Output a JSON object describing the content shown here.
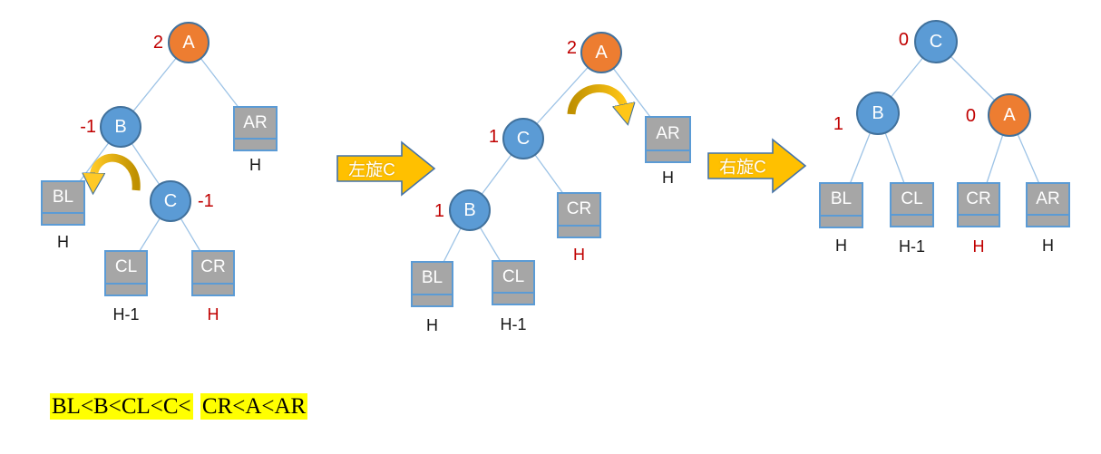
{
  "colors": {
    "node_orange": "#ED7D31",
    "node_blue": "#5B9BD5",
    "node_border": "#41719C",
    "box_gray": "#A6A6A6",
    "box_border": "#5B9BD5",
    "edge_line": "#9DC3E6",
    "balance_red": "#C00000",
    "arrow_gold": "#FFC000",
    "highlight_yellow": "#FFFF00"
  },
  "icons": {
    "rotation_arc_left": "curved-arrow-counterclockwise",
    "rotation_arc_right": "curved-arrow-clockwise",
    "step_arrow": "block-arrow-right"
  },
  "transitions": {
    "left": "左旋C",
    "right": "右旋C"
  },
  "tree1": {
    "A": {
      "label": "A",
      "bf": "2"
    },
    "B": {
      "label": "B",
      "bf": "-1"
    },
    "C": {
      "label": "C",
      "bf": "-1"
    },
    "AR": {
      "label": "AR",
      "h": "H"
    },
    "BL": {
      "label": "BL",
      "h": "H"
    },
    "CL": {
      "label": "CL",
      "h": "H-1"
    },
    "CR": {
      "label": "CR",
      "h": "H"
    }
  },
  "tree2": {
    "A": {
      "label": "A",
      "bf": "2"
    },
    "C": {
      "label": "C",
      "bf": "1"
    },
    "B": {
      "label": "B",
      "bf": "1"
    },
    "AR": {
      "label": "AR",
      "h": "H"
    },
    "CR": {
      "label": "CR",
      "h": "H"
    },
    "BL": {
      "label": "BL",
      "h": "H"
    },
    "CL": {
      "label": "CL",
      "h": "H-1"
    }
  },
  "tree3": {
    "C": {
      "label": "C",
      "bf": "0"
    },
    "B": {
      "label": "B",
      "bf": "1"
    },
    "A": {
      "label": "A",
      "bf": "0"
    },
    "BL": {
      "label": "BL",
      "h": "H"
    },
    "CL": {
      "label": "CL",
      "h": "H-1"
    },
    "CR": {
      "label": "CR",
      "h": "H"
    },
    "AR": {
      "label": "AR",
      "h": "H"
    }
  },
  "footer": {
    "part1": "BL<B<CL<C<",
    "part2": "CR<A<AR"
  }
}
